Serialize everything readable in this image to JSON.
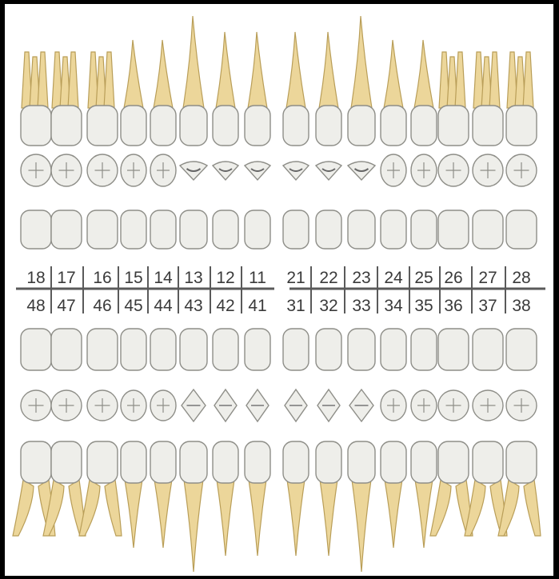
{
  "upper_numbers_right": [
    "18",
    "17",
    "16",
    "15",
    "14",
    "13",
    "12",
    "11"
  ],
  "upper_numbers_left": [
    "21",
    "22",
    "23",
    "24",
    "25",
    "26",
    "27",
    "28"
  ],
  "lower_numbers_right": [
    "48",
    "47",
    "46",
    "45",
    "44",
    "43",
    "42",
    "41"
  ],
  "lower_numbers_left": [
    "31",
    "32",
    "33",
    "34",
    "35",
    "36",
    "37",
    "38"
  ],
  "colors": {
    "background": "#ffffff",
    "border": "#000000",
    "crown": "#eeeeea",
    "crown_outline": "#8e8e88",
    "root": "#ecd69a",
    "root_outline": "#b99e58",
    "number_text": "#3a3a3a",
    "divider": "#5a5a5a"
  }
}
